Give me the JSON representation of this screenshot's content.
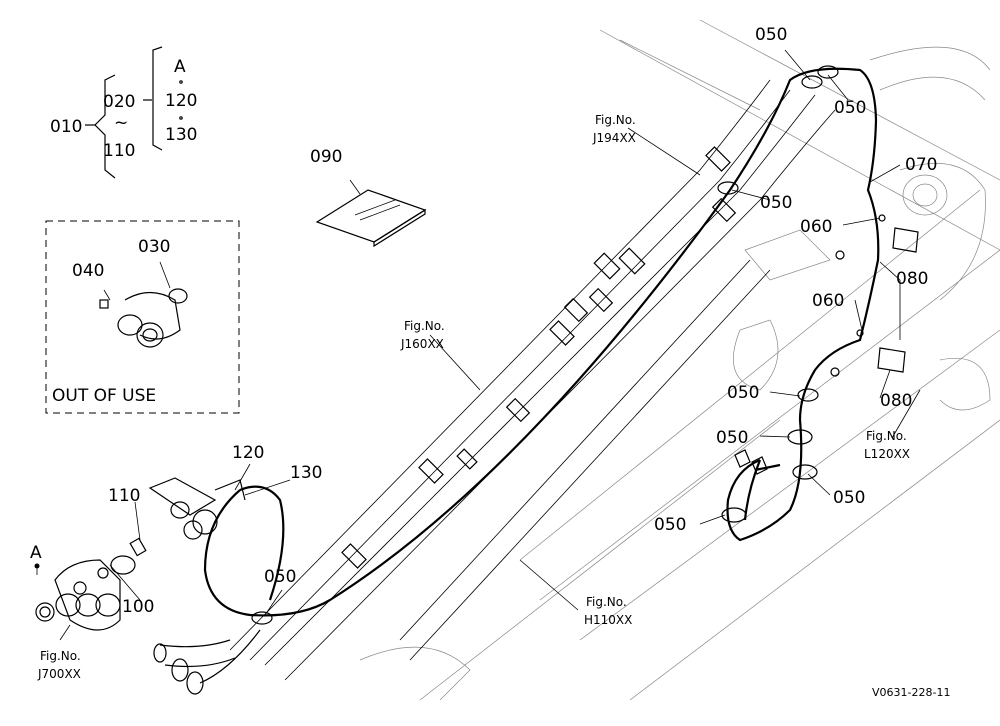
{
  "hierarchy": {
    "root": "010",
    "group_top": "020",
    "tilde": "~",
    "group_bottom": "110",
    "alt_a": "A",
    "alt_120": "120",
    "alt_130": "130"
  },
  "booklet_label": "090",
  "out_of_use": {
    "title": "OUT OF USE",
    "p030": "030",
    "p040": "040"
  },
  "callouts": {
    "c050_top": "050",
    "c050_top2": "050",
    "c050_mid": "050",
    "c070": "070",
    "c060_a": "060",
    "c060_b": "060",
    "c080_a": "080",
    "c080_b": "080",
    "c050_r1": "050",
    "c050_r2": "050",
    "c050_r3": "050",
    "c050_r4": "050",
    "c050_bottom": "050",
    "c120": "120",
    "c130": "130",
    "c110": "110",
    "c100": "100",
    "cA": "A"
  },
  "fig_refs": {
    "j194_a": "Fig.No.",
    "j194_b": "J194XX",
    "j160_a": "Fig.No.",
    "j160_b": "J160XX",
    "l120_a": "Fig.No.",
    "l120_b": "L120XX",
    "h110_a": "Fig.No.",
    "h110_b": "H110XX",
    "j700_a": "Fig.No.",
    "j700_b": "J700XX"
  },
  "drawing_code": "V0631-228-11"
}
